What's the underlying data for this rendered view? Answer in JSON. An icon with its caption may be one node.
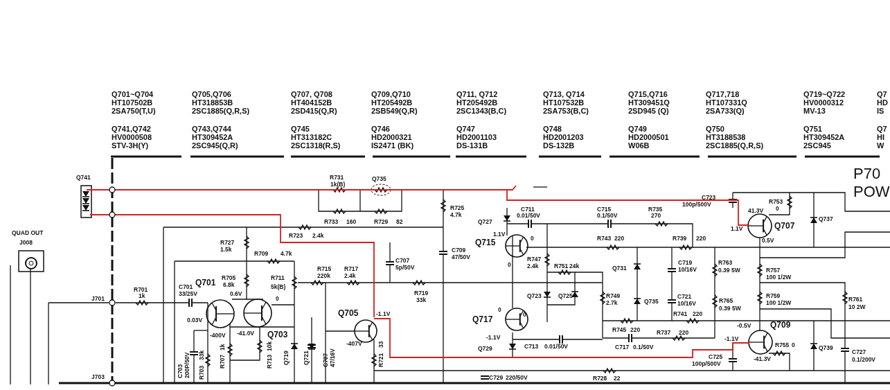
{
  "diagram": {
    "labels": [
      "Q701~Q704",
      "HT107502B",
      "2SA750(T,U)",
      "Q705,Q706",
      "HT318853B",
      "2SC1885(Q,R,S)",
      "Q707, Q708",
      "HT404152B",
      "2SD415(Q,R)",
      "Q709,Q710",
      "HT205492B",
      "2SB549(Q,R)",
      "Q711, Q712",
      "HT205492B",
      "2SC1343(B,C)",
      "Q713, Q714",
      "HT107532B",
      "2SA753(B,C)",
      "Q715,Q716",
      "HT309451Q",
      "2SD945 (Q)",
      "Q717,718",
      "HT107331Q",
      "2SA733(Q)",
      "Q719~Q722",
      "HV0000312",
      "MV-13",
      "Q7",
      "HD",
      "IS",
      "Q741,Q742",
      "HV0000508",
      "STV-3H(Y)",
      "Q743,Q744",
      "HT309452A",
      "2SC945(Q,R)",
      "Q745",
      "HT313182C",
      "2SC1318(R,S)",
      "Q746",
      "HD2000321",
      "IS2471 (BK)",
      "Q747",
      "HD2001103",
      "DS-131B",
      "Q748",
      "HD2001203",
      "DS-132B",
      "Q749",
      "HD2000501",
      "W06B",
      "Q750",
      "HT3188538",
      "2SC1885(Q,R,S)",
      "Q751",
      "HT309452A",
      "2SC945",
      "Q7",
      "HI",
      "W",
      "P70",
      "POW",
      "Q741",
      "QUAD OUT",
      "J008",
      "J701",
      "J703",
      "R701",
      "1k",
      "C701",
      "33/25V",
      "0.03V",
      "Q701",
      "R727",
      "1.5k",
      "R709",
      "4.7k",
      "R705",
      "6.8k",
      "0.6V",
      "R711",
      "5k(B)",
      "-400V",
      "-41.0V",
      "Q703",
      "0",
      "C703",
      "200P/50V",
      "R703",
      "33k",
      "R707",
      "1k",
      "R713",
      "10k",
      "Q719",
      "Q721",
      "C707",
      "47/16V",
      "R723",
      "2.4k",
      "R731",
      "1k(B)",
      "Q735",
      "R733",
      "160",
      "R729",
      "82",
      "R715",
      "220k",
      "R717",
      "2.4k",
      "C707",
      "5p/50V",
      "R719",
      "33k",
      "Q705",
      "-1.1V",
      "-407V",
      "R721",
      "33",
      "R725",
      "4.7k",
      "C709",
      "47/50V",
      "Q727",
      "C711",
      "0.01/50V",
      "1.1V",
      "Q715",
      "0",
      "0",
      "R747",
      "2.4k",
      "R751",
      "24k",
      "Q723",
      "Q725",
      "Q717",
      "0",
      "0",
      "-1.1V",
      "Q729",
      "C713",
      "0.01/50V",
      "C729",
      "220/50V",
      "C715",
      "0.1/50V",
      "R735",
      "270",
      "R743",
      "220",
      "R739",
      "220",
      "Q731",
      "C719",
      "10/16V",
      "R763",
      "0.39 5W",
      "R749",
      "2.7k",
      "Q735",
      "C721",
      "10/16V",
      "R765",
      "0.39 5W",
      "R741",
      "220",
      "R745",
      "220",
      "R737",
      "220",
      "C717",
      "0.1/50V",
      "R728",
      "22",
      "C723",
      "100p/500V",
      "41.3V",
      "R753",
      "0",
      "Q707",
      "1.1V",
      "0.5V",
      "Q737",
      "R757",
      "100 1/2W",
      "R759",
      "100 1/2W",
      "R761",
      "10 2W",
      "-0.5V",
      "Q709",
      "-1.1V",
      "R755",
      "0",
      "-41.3V",
      "C725",
      "100p/500V",
      "Q739",
      "C727",
      "0.1/200V"
    ]
  }
}
